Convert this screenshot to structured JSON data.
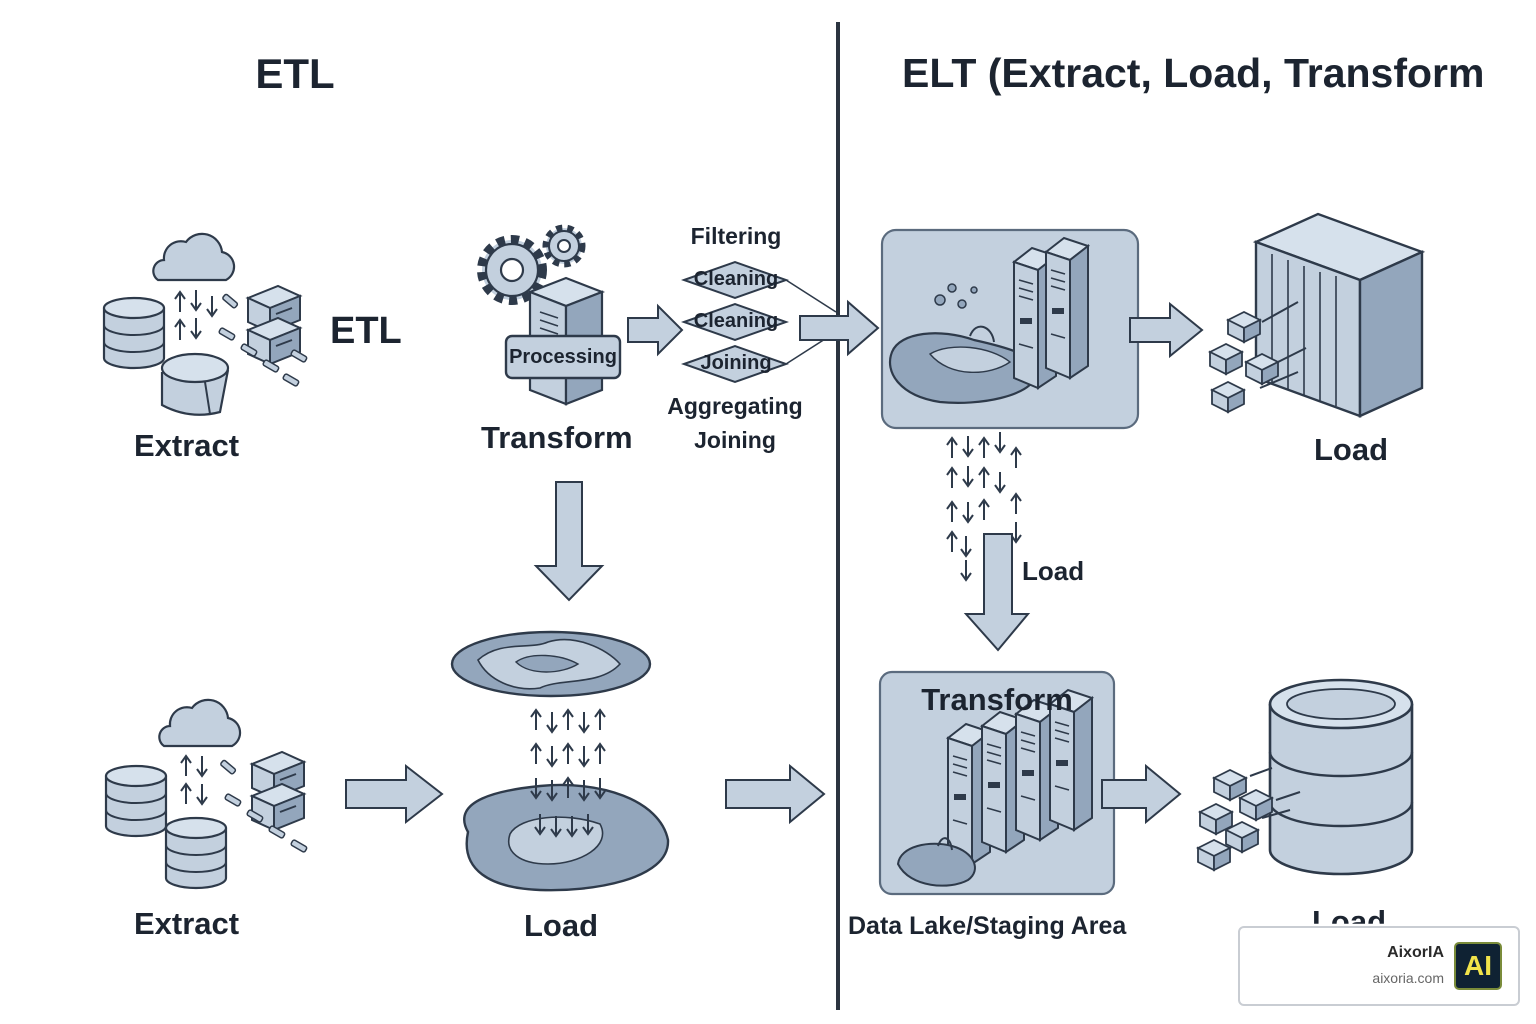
{
  "diagram": {
    "left": {
      "title": "ETL",
      "top_row": {
        "extract_label": "Extract",
        "inline_label": "ETL",
        "transform_label": "Transform",
        "processing_badge": "Processing",
        "operations": [
          "Filtering",
          "Cleaning",
          "Cleaning",
          "Joining",
          "Aggregating",
          "Joining"
        ]
      },
      "bottom_row": {
        "extract_label": "Extract",
        "load_label": "Load"
      }
    },
    "right": {
      "title": "ELT (Extract, Load, Transform",
      "top_load_label": "Load",
      "mid_load_label": "Load",
      "transform_label": "Transform",
      "staging_label": "Data Lake/Staging Area",
      "bottom_load_label": "Load"
    }
  },
  "icons": [
    "cloud-icon",
    "database-icon",
    "server-icon",
    "gear-icon",
    "data-lake-icon",
    "server-rack-icon",
    "warehouse-icon",
    "data-block-icon",
    "arrow-right-icon",
    "arrow-down-icon"
  ],
  "colors": {
    "fill": "#c3d0de",
    "fill_light": "#d6e1ec",
    "fill_dark": "#93a6bc",
    "stroke": "#2e3a4a",
    "divider": "#2b3440"
  },
  "watermark": {
    "name": "AixorIA",
    "url": "aixoria.com",
    "logo_text": "AI"
  }
}
